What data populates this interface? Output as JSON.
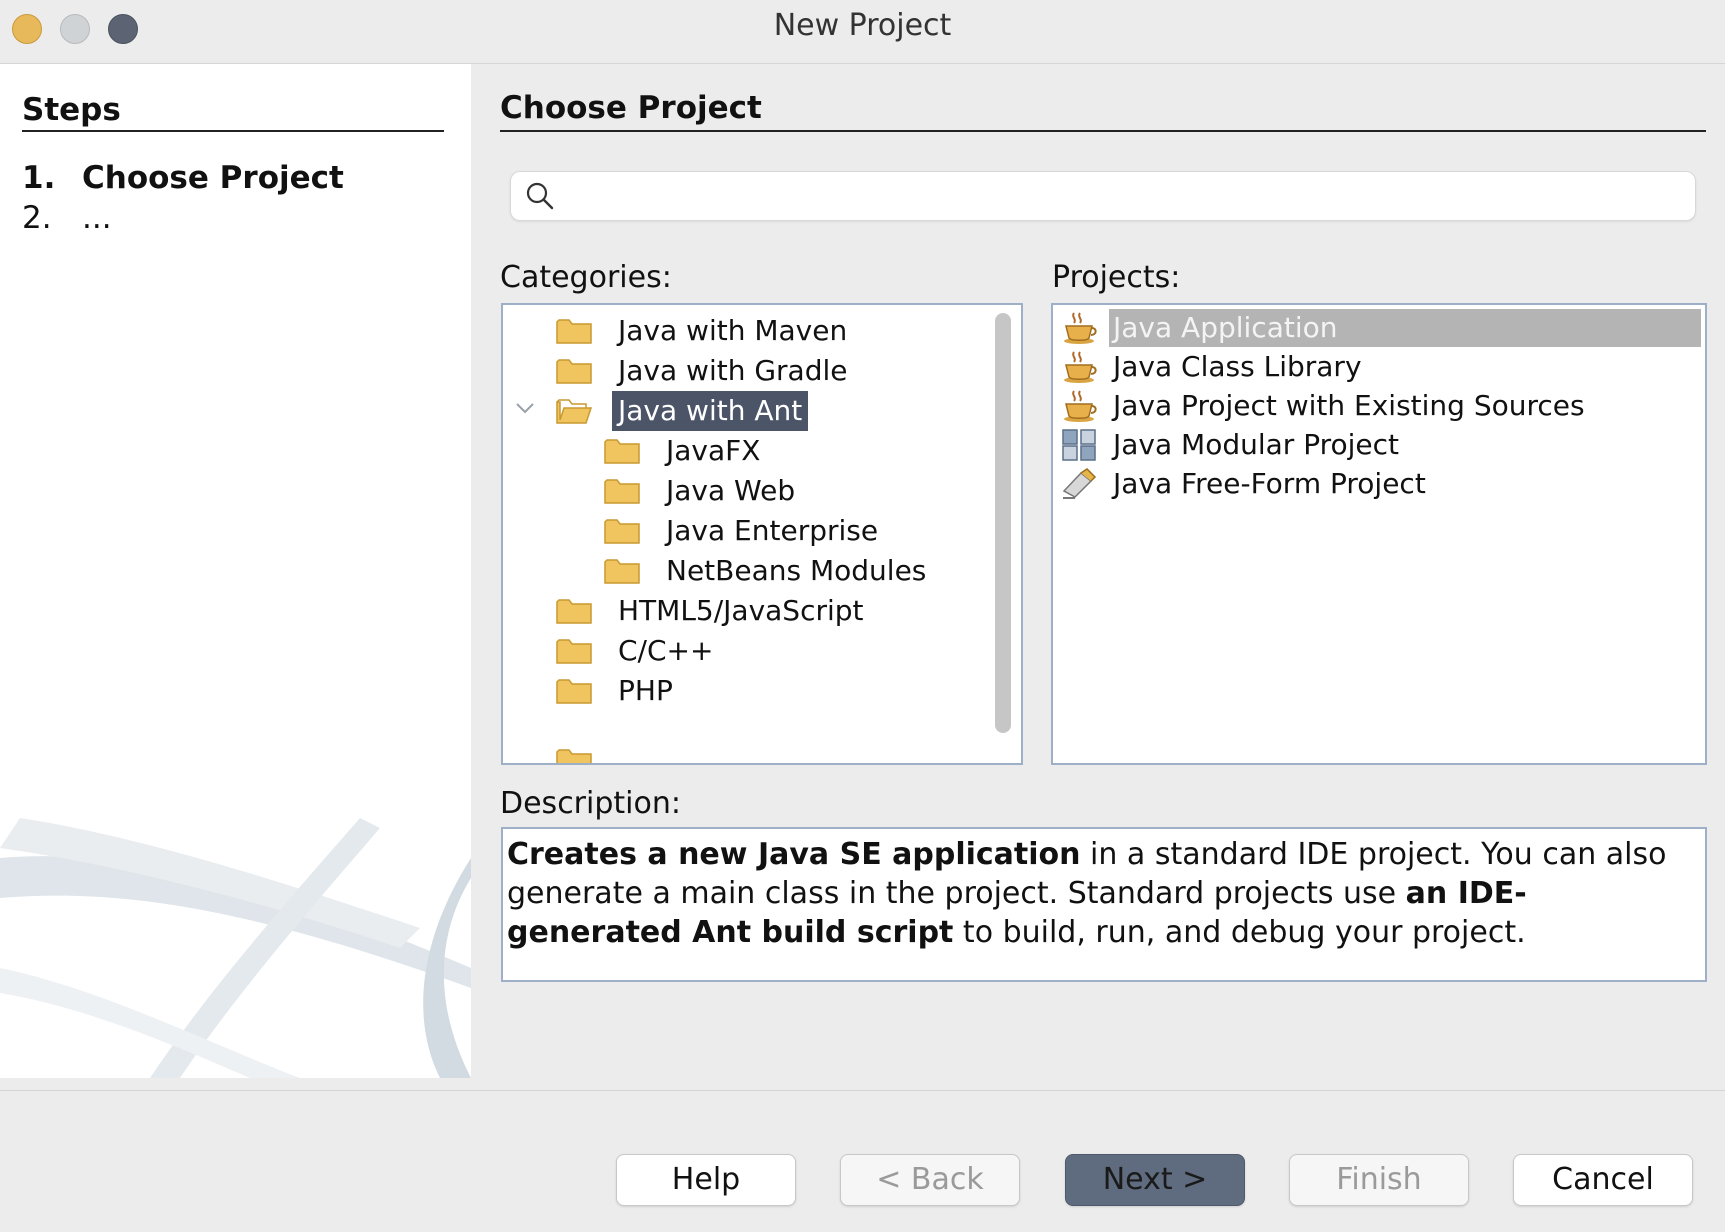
{
  "window": {
    "title": "New Project"
  },
  "steps": {
    "heading": "Steps",
    "items": [
      {
        "num": "1.",
        "label": "Choose Project"
      },
      {
        "num": "2.",
        "label": "..."
      }
    ]
  },
  "main": {
    "heading": "Choose Project",
    "search": {
      "value": "",
      "placeholder": ""
    },
    "categories_label": "Categories:",
    "projects_label": "Projects:",
    "description_label": "Description:"
  },
  "categories": [
    {
      "label": "Java with Maven",
      "level": 0
    },
    {
      "label": "Java with Gradle",
      "level": 0
    },
    {
      "label": "Java with Ant",
      "level": 0,
      "expanded": true,
      "selected": true
    },
    {
      "label": "JavaFX",
      "level": 1
    },
    {
      "label": "Java Web",
      "level": 1
    },
    {
      "label": "Java Enterprise",
      "level": 1
    },
    {
      "label": "NetBeans Modules",
      "level": 1
    },
    {
      "label": "HTML5/JavaScript",
      "level": 0
    },
    {
      "label": "C/C++",
      "level": 0
    },
    {
      "label": "PHP",
      "level": 0
    }
  ],
  "projects": [
    {
      "label": "Java Application",
      "icon": "java-cup-icon",
      "selected": true
    },
    {
      "label": "Java Class Library",
      "icon": "java-cup-icon"
    },
    {
      "label": "Java Project with Existing Sources",
      "icon": "java-cup-icon"
    },
    {
      "label": "Java Modular Project",
      "icon": "modular-project-icon"
    },
    {
      "label": "Java Free-Form Project",
      "icon": "freeform-project-icon"
    }
  ],
  "description": {
    "p1_bold": "Creates a new Java SE application",
    "p2": " in a standard IDE project. You can also generate a main class in the project. Standard projects use ",
    "p3_bold": "an IDE-generated Ant build script",
    "p4": " to build, run, and debug your project."
  },
  "buttons": {
    "help": "Help",
    "back": "< Back",
    "next": "Next >",
    "finish": "Finish",
    "cancel": "Cancel"
  },
  "colors": {
    "selection_category": "#4b5567",
    "selection_project": "#b4b4b4",
    "folder": "#f0c560",
    "primary_button": "#5f6b7e"
  }
}
